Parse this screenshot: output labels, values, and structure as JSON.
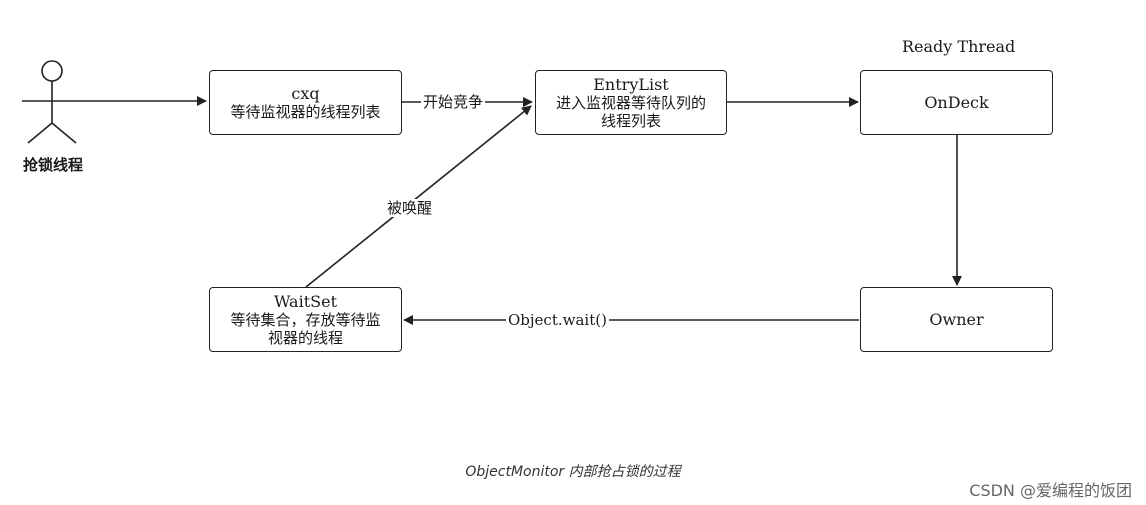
{
  "actor": {
    "label": "抢锁线程"
  },
  "nodes": {
    "cxq": {
      "title": "cxq",
      "desc": "等待监视器的线程列表"
    },
    "entrylist": {
      "title": "EntryList",
      "desc_line1": "进入监视器等待队列的",
      "desc_line2": "线程列表"
    },
    "ondeck": {
      "title": "OnDeck",
      "header": "Ready Thread"
    },
    "owner": {
      "title": "Owner"
    },
    "waitset": {
      "title": "WaitSet",
      "desc_line1": "等待集合，存放等待监",
      "desc_line2": "视器的线程"
    }
  },
  "edges": {
    "cxq_to_entry": "开始竞争",
    "waitset_to_entry": "被唤醒",
    "owner_to_waitset": "Object.wait()"
  },
  "caption": "ObjectMonitor 内部抢占锁的过程",
  "watermark": "CSDN @爱编程的饭团",
  "colors": {
    "stroke": "#222222",
    "background": "#ffffff"
  }
}
